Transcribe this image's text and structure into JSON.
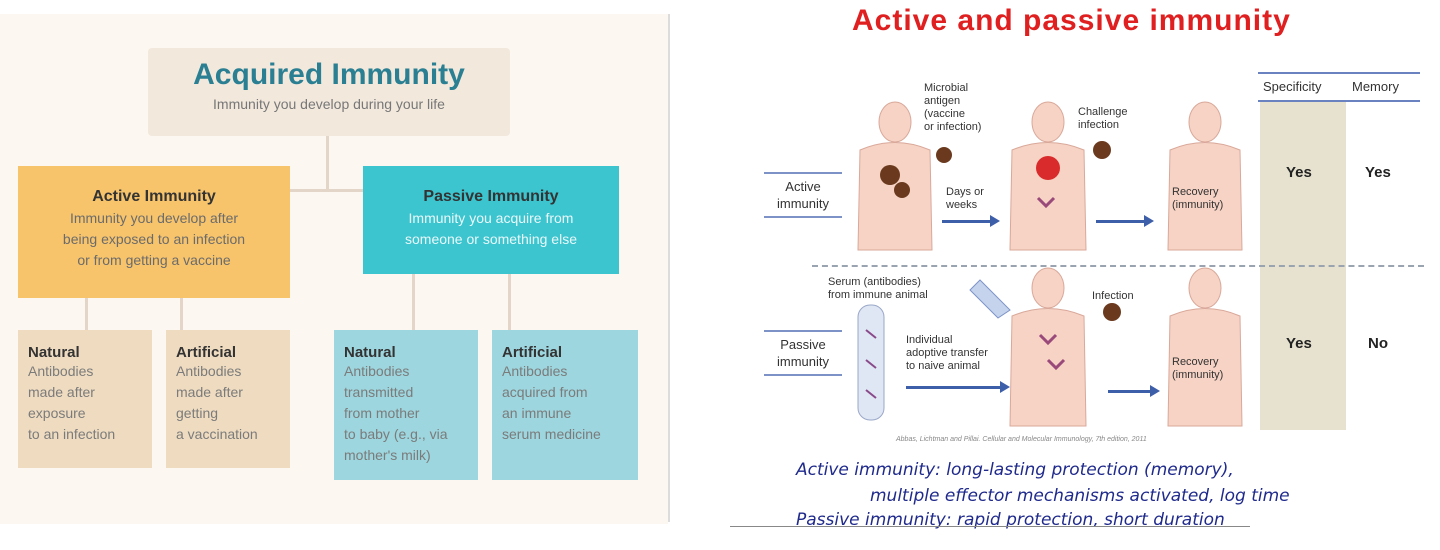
{
  "acquired": {
    "title": "Acquired Immunity",
    "subtitle": "Immunity you develop during your life"
  },
  "active_box": {
    "title": "Active Immunity",
    "desc": "Immunity you develop after\nbeing exposed to an infection\nor from getting a vaccine"
  },
  "passive_box": {
    "title": "Passive Immunity",
    "desc": "Immunity you acquire from\nsomeone or something else"
  },
  "leaves": [
    {
      "title": "Natural",
      "desc": "Antibodies\nmade after\nexposure\nto an infection"
    },
    {
      "title": "Artificial",
      "desc": "Antibodies\nmade after\ngetting\na vaccination"
    },
    {
      "title": "Natural",
      "desc": "Antibodies\ntransmitted\nfrom mother\nto baby (e.g., via\nmother's milk)"
    },
    {
      "title": "Artificial",
      "desc": "Antibodies\nacquired from\nan immune\nserum medicine"
    }
  ],
  "figure": {
    "title": "Active and passive immunity",
    "headers": {
      "specificity": "Specificity",
      "memory": "Memory"
    },
    "rows": [
      {
        "label": "Active\nimmunity",
        "specificity": "Yes",
        "memory": "Yes"
      },
      {
        "label": "Passive\nimmunity",
        "specificity": "Yes",
        "memory": "No"
      }
    ],
    "labels": {
      "microbial": "Microbial\nantigen\n(vaccine\nor infection)",
      "challenge": "Challenge\ninfection",
      "days": "Days or\nweeks",
      "recovery1": "Recovery\n(immunity)",
      "serum": "Serum (antibodies)\nfrom immune animal",
      "infection": "Infection",
      "transfer": "Individual\nadoptive transfer\nto naive animal",
      "recovery2": "Recovery\n(immunity)"
    },
    "citation": "Abbas, Lichtman and Pillai. Cellular and Molecular Immunology, 7th edition, 2011",
    "notes": [
      "Active immunity: long-lasting protection (memory),",
      "multiple effector mechanisms activated, log time",
      "Passive immunity: rapid protection, short duration"
    ]
  },
  "colors": {
    "teal_title": "#2a7f92",
    "active": "#f7c46c",
    "passive": "#3cc4cf",
    "tan_leaf": "#efdcc0",
    "blue_leaf": "#9dd6de",
    "red_title": "#e02020",
    "note_blue": "#1f2a8c"
  }
}
